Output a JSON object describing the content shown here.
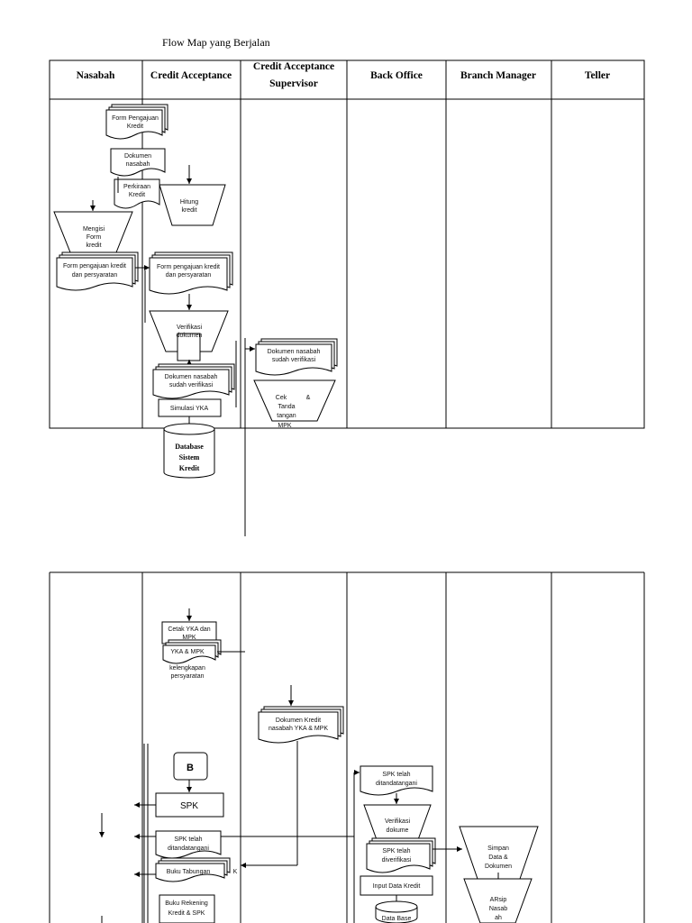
{
  "title": "Flow Map yang Berjalan",
  "lanes": {
    "nasabah": "Nasabah",
    "credit_acceptance": "Credit Acceptance",
    "supervisor": [
      "Credit Acceptance",
      "Supervisor"
    ],
    "back_office": "Back Office",
    "branch_manager": "Branch Manager",
    "teller": "Teller"
  },
  "part1": {
    "form_pengajuan_kredit": [
      "Form Pengajuan",
      "Kredit"
    ],
    "dokumen_nasabah": [
      "Dokumen",
      "nasabah"
    ],
    "perkiraan_kredit": [
      "Perkiraan",
      "Kredit"
    ],
    "hitung_kredit": [
      "Hitung",
      "kredit"
    ],
    "mengisi_form_kredit": [
      "Mengisi",
      "Form",
      "kredit"
    ],
    "form_persyaratan_nasabah": [
      "Form pengajuan kredit",
      "dan persyaratan"
    ],
    "form_persyaratan_ca": [
      "Form pengajuan kredit",
      "dan persyaratan"
    ],
    "verifikasi_dokumen": [
      "Verifikasi",
      "dokumen"
    ],
    "dokumen_verifikasi_ca": [
      "Dokumen nasabah",
      "sudah verifikasi"
    ],
    "simulasi_yka": "Simulasi YKA",
    "database_sistem_kredit": [
      "Database",
      "Sistem",
      "Kredit"
    ],
    "dokumen_verifikasi_sup": [
      "Dokumen nasabah",
      "sudah verifikasi"
    ],
    "cek_tanda_tangan": [
      "Cek",
      "&",
      "Tanda",
      "tangan",
      "MPK"
    ]
  },
  "part2": {
    "cetak_yka_mpk": [
      "Cetak YKA dan",
      "MPK"
    ],
    "yka_mpk": "YKA & MPK",
    "kelengkapan_persyaratan": [
      "kelengkapan",
      "persyaratan"
    ],
    "dokumen_kredit": [
      "Dokumen Kredit",
      "nasabah YKA & MPK"
    ],
    "connector": "B",
    "spk": "SPK",
    "spk_ditandatangani_ca": [
      "SPK telah",
      "ditandatangani"
    ],
    "buku_tabungan": "Buku Tabungan",
    "buku_tabungan_behind": "K",
    "buku_rekening": [
      "Buku Rekening",
      "Kredit & SPK"
    ],
    "spk_ditandatangani_bo": [
      "SPK telah",
      "ditandatangani"
    ],
    "verifikasi_dokumen_bo": [
      "Verifikasi",
      "dokume"
    ],
    "spk_diverifikasi": [
      "SPK telah",
      "diverifikasi"
    ],
    "input_data_kredit": "Input Data Kredit",
    "database_bo": "Data Base",
    "simpan_data_dokumen": [
      "Simpan",
      "Data &",
      "Dokumen"
    ],
    "arsip_nasabah": [
      "ARsip",
      "Nasab",
      "ah"
    ]
  }
}
